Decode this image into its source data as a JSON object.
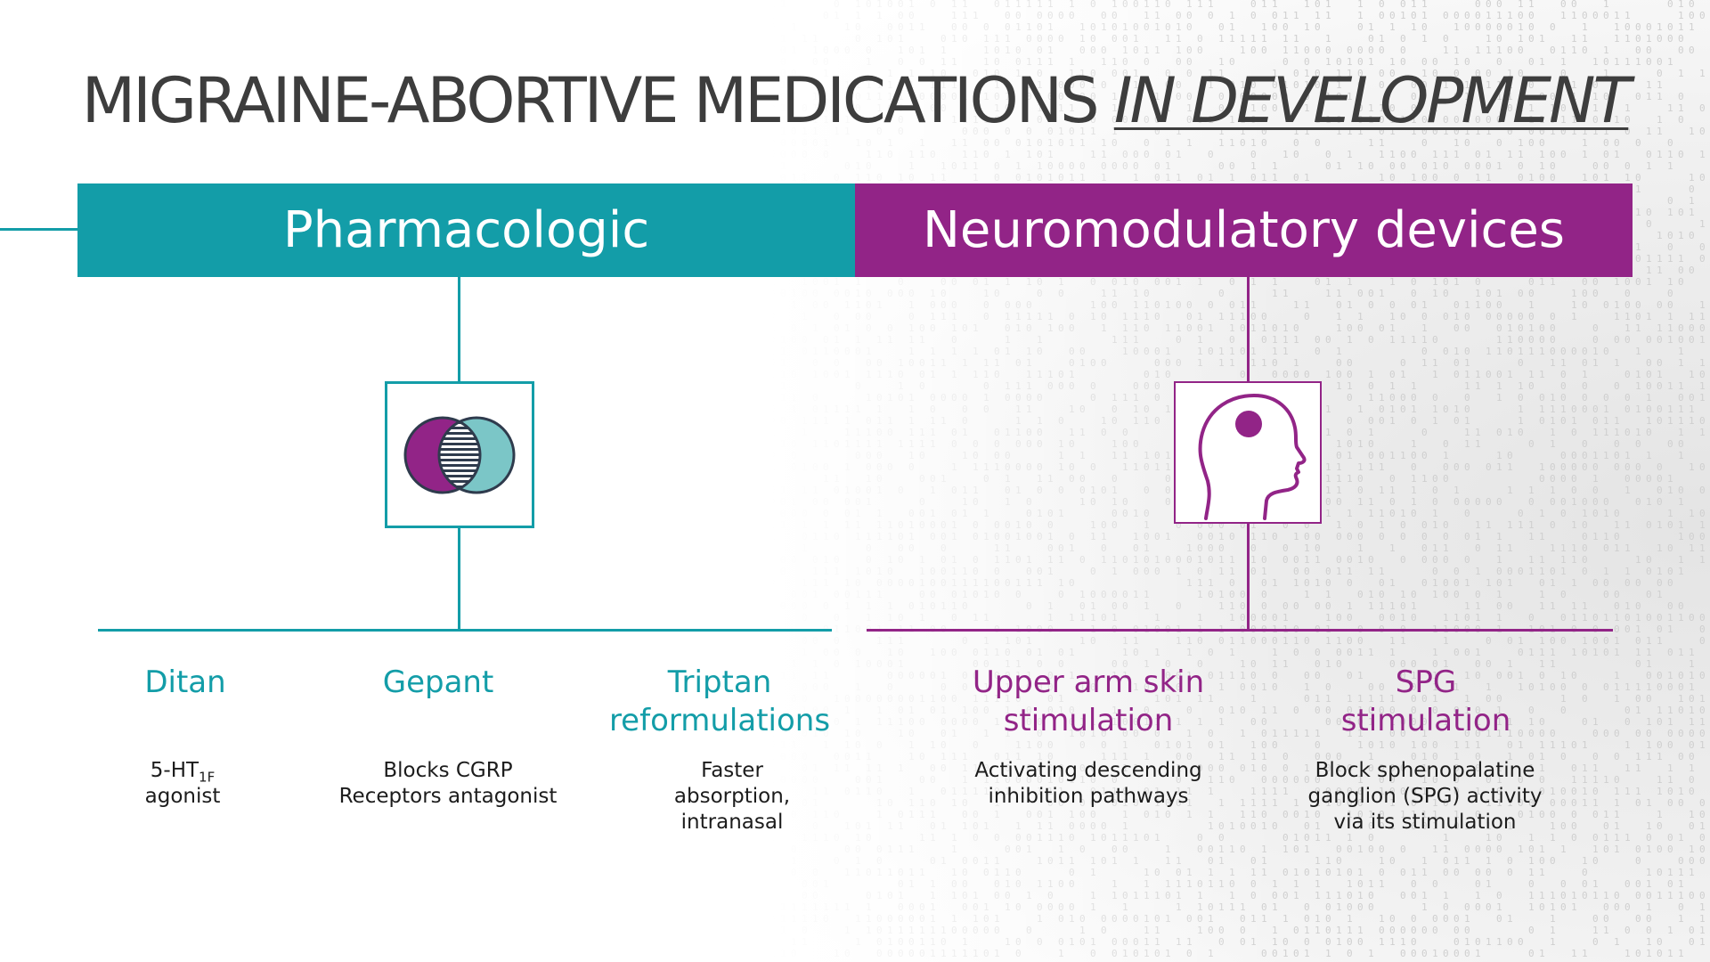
{
  "title": {
    "main": "MIGRAINE-ABORTIVE MEDICATIONS",
    "emphasis": "IN DEVELOPMENT"
  },
  "colors": {
    "teal": "#139da8",
    "purple": "#922487",
    "venn_teal": "#7bc6c7",
    "venn_outline": "#2f3b4d",
    "title": "#3d3d3d"
  },
  "pharmacologic": {
    "header": "Pharmacologic",
    "icon": "venn-diagram-icon",
    "items": [
      {
        "name": "Ditan",
        "desc_main": "5-HT",
        "desc_sub": "1F",
        "desc_tail": "agonist"
      },
      {
        "name": "Gepant",
        "desc": "Blocks CGRP\nReceptors antagonist"
      },
      {
        "name": "Triptan\nreformulations",
        "desc": "Faster\nabsorption,\nintranasal"
      }
    ]
  },
  "devices": {
    "header": "Neuromodulatory devices",
    "icon": "head-brain-icon",
    "items": [
      {
        "name": "Upper arm skin\nstimulation",
        "desc": "Activating descending\ninhibition pathways"
      },
      {
        "name": "SPG\nstimulation",
        "desc": "Block sphenopalatine\nganglion (SPG) activity\nvia its stimulation"
      }
    ]
  }
}
